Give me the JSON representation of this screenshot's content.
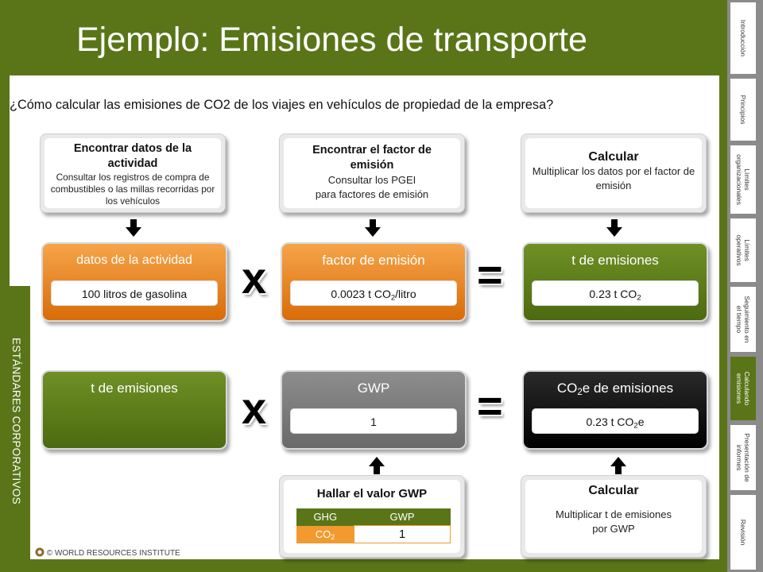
{
  "title": "Ejemplo: Emisiones de transporte",
  "question": "¿Cómo calcular las emisiones de CO2 de los viajes en vehículos de propiedad de la empresa?",
  "side_label": "ESTÁNDARES CORPORATIVOS",
  "nav": {
    "introduccion": "Introducción",
    "principios": "Principios",
    "limites_org_1": "Límites",
    "limites_org_2": "organizacionales",
    "limites_op_1": "Límites",
    "limites_op_2": "operativos",
    "seguimiento_1": "Seguimiento en",
    "seguimiento_2": "el tiempo",
    "calculando_1": "Calculando",
    "calculando_2": "emisiones",
    "presentacion_1": "Presentación de",
    "presentacion_2": "informes",
    "revision": "Revisión"
  },
  "steps": {
    "s1_title": "Encontrar datos de la actividad",
    "s1_body": "Consultar los registros de compra de combustibles o las millas recorridas por los vehículos",
    "s2_title": "Encontrar el factor de emisión",
    "s2_body1": "Consultar los PGEI",
    "s2_body2": "para factores de emisión",
    "s3_title": "Calcular",
    "s3_body": "Multiplicar los datos por el factor de emisión",
    "s4_title": "Hallar el valor GWP",
    "s5_title": "Calcular",
    "s5_body1": "Multiplicar t de emisiones",
    "s5_body2": "por GWP"
  },
  "row1": {
    "box1_head": "datos de la actividad",
    "box1_value": "100 litros de gasolina",
    "op1": "x",
    "box2_head": "factor de emisión",
    "box2_value_pre": "0.0023 t CO",
    "box2_value_sub": "2",
    "box2_value_post": "/litro",
    "op2": "=",
    "box3_head": "t de emisiones",
    "box3_value_pre": "0.23 t CO",
    "box3_value_sub": "2"
  },
  "row2": {
    "box1_head": "t de emisiones",
    "op1": "x",
    "box2_head": "GWP",
    "box2_value": "1",
    "op2": "=",
    "box3_head_pre": "CO",
    "box3_head_sub": "2",
    "box3_head_post": "e de emisiones",
    "box3_value_pre": "0.23 t CO",
    "box3_value_sub": "2",
    "box3_value_post": "e"
  },
  "gwp_table": {
    "header_ghg": "GHG",
    "header_gwp": "GWP",
    "gas_pre": "CO",
    "gas_sub": "2",
    "gwp_value": "1"
  },
  "footer": "© WORLD RESOURCES INSTITUTE",
  "colors": {
    "brand_green": "#5a7518",
    "orange": "#e8800f",
    "grey": "#7a7a7a",
    "black": "#000000"
  }
}
